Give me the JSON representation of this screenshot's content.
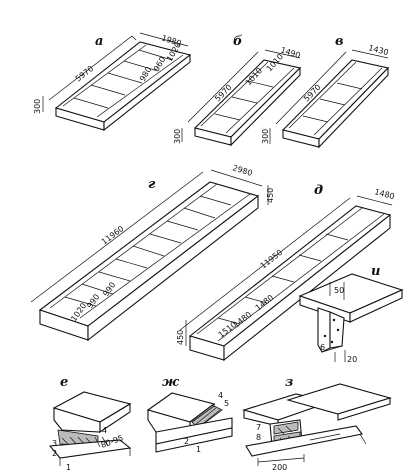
{
  "labels": {
    "a": "а",
    "b": "б",
    "v": "в",
    "g": "г",
    "d": "д",
    "e": "е",
    "zh": "ж",
    "z": "з",
    "i": "и"
  },
  "panel_a": {
    "length": "5970",
    "width": "1980",
    "height": "300",
    "rib1": "1020",
    "rib2": "960",
    "rib3": "980"
  },
  "panel_b": {
    "length": "5970",
    "width": "1490",
    "height": "300",
    "rib1": "1010",
    "rib2": "1010"
  },
  "panel_v": {
    "length": "5970",
    "width": "1430",
    "height": "300"
  },
  "panel_g": {
    "length": "11960",
    "width": "2980",
    "height": "450",
    "rib1": "1020",
    "rib2": "990",
    "rib3": "990"
  },
  "panel_d": {
    "length": "11950",
    "width": "1480",
    "height": "450",
    "rib1": "1510",
    "rib2": "1480",
    "rib3": "1480"
  },
  "detail_e": {
    "n1": "1",
    "n2": "2",
    "n3": "3",
    "n4": "4",
    "gap": "80-95"
  },
  "detail_zh": {
    "n1": "1",
    "n2": "2",
    "n4": "4",
    "n5": "5"
  },
  "detail_z": {
    "n7": "7",
    "n8": "8",
    "width": "200"
  },
  "detail_i": {
    "top": "50",
    "n6": "6",
    "bottom": "20"
  }
}
